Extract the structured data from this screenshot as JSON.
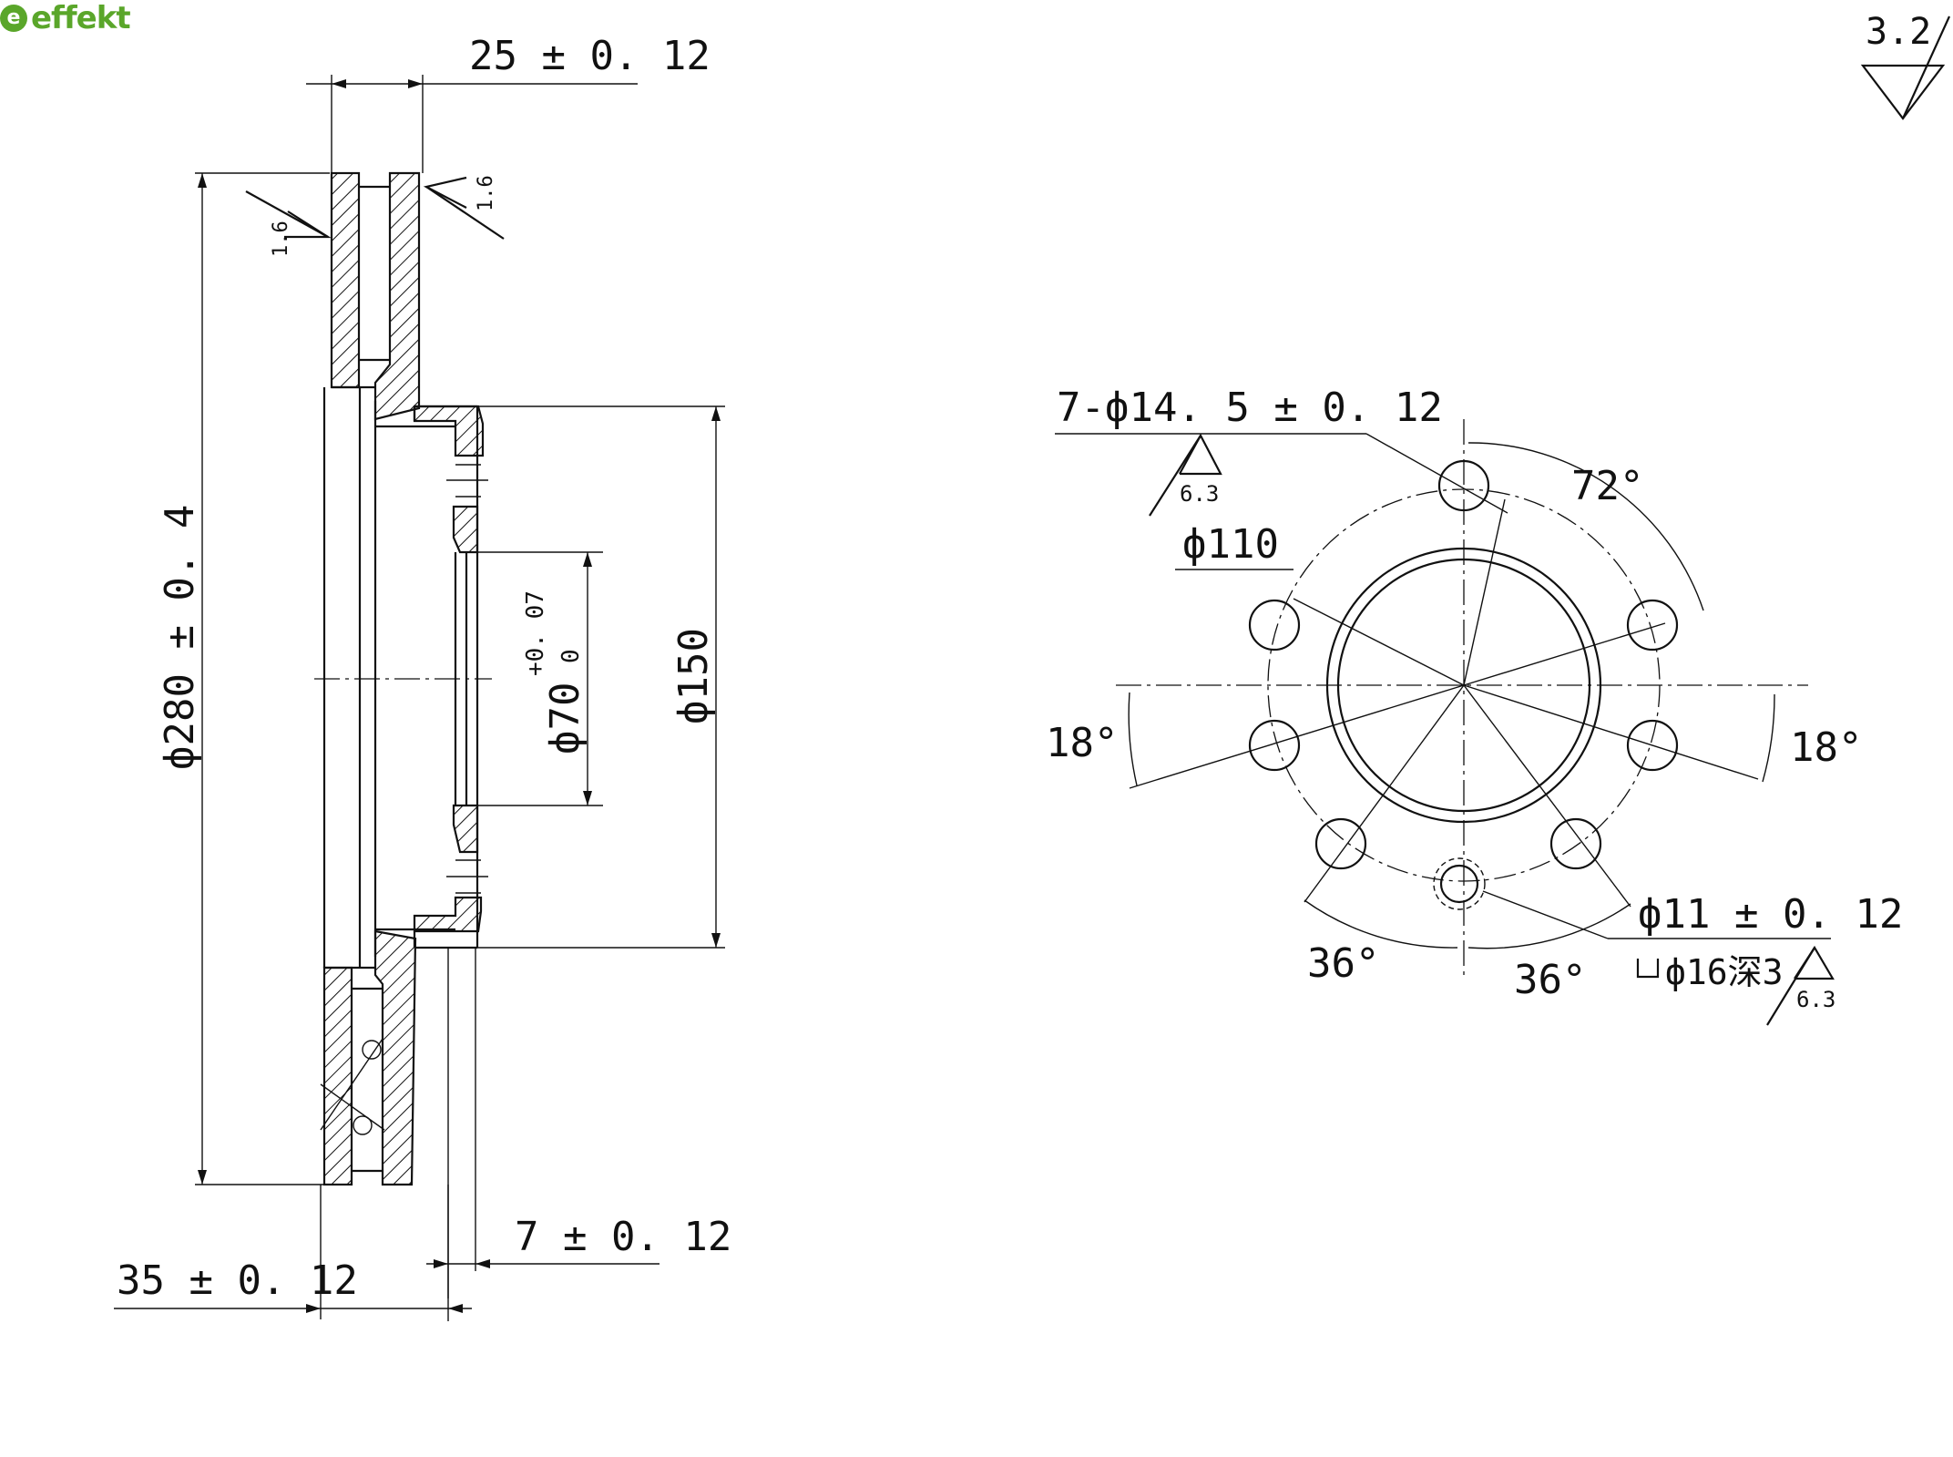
{
  "brand": {
    "mark": "e",
    "name": "effekt",
    "color": "#5aa62a"
  },
  "surface_finish": {
    "general": "3.2",
    "disc_left": "1.6",
    "disc_right": "1.6",
    "bolt_holes": "6.3",
    "counterbore": "6.3"
  },
  "section_view": {
    "dim_width": "25 ± 0. 12",
    "dim_outer_diameter": "ф280 ± 0. 4",
    "dim_bore": "ф70",
    "dim_bore_tol_upper": "+0. 07",
    "dim_bore_tol_lower": "0",
    "dim_hub": "ф150",
    "dim_flange": "7 ± 0. 12",
    "dim_total": "35 ± 0. 12"
  },
  "front_view": {
    "holes_callout": "7-ф14. 5 ± 0. 12",
    "pcd": "ф110",
    "angle_top": "72°",
    "angle_left": "18°",
    "angle_right": "18°",
    "angle_bottom_left": "36°",
    "angle_bottom_right": "36°",
    "locating_hole": "ф11 ± 0. 12",
    "counterbore_callout": "ф16深3"
  }
}
